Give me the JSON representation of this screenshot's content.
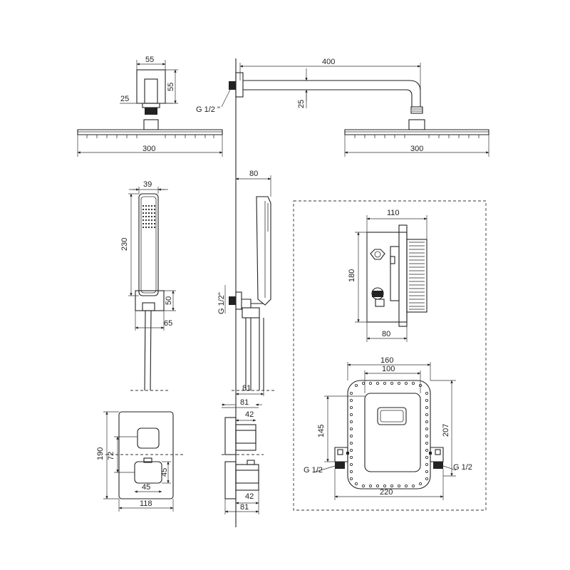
{
  "shower_head": {
    "arm_length": "400",
    "arm_drop": "25",
    "thread": "G 1/2 \"",
    "head_width_left": "300",
    "head_width_right": "300",
    "wall_plate_w": "55",
    "wall_plate_h": "55",
    "neck": "25"
  },
  "hand_shower": {
    "width": "39",
    "length": "230",
    "holder_offset": "80",
    "holder_h": "50",
    "holder_w": "65",
    "thread": "G 1/2\""
  },
  "mixer_plate": {
    "height": "190",
    "knob_spacing": "72",
    "knob_size": "45",
    "knob_width": "45",
    "width": "118"
  },
  "mixer_side": {
    "depth_top": "81",
    "knob_depth_top": "42",
    "knob_depth_bottom": "42",
    "depth_bottom": "81"
  },
  "box_side": {
    "width_top": "110",
    "height": "180",
    "width_bottom": "80"
  },
  "box_front": {
    "outer_width": "160",
    "inner_width": "100",
    "height_145": "145",
    "height_207": "207",
    "total_width": "220",
    "thread_left": "G 1/2",
    "thread_right": "G 1/2"
  }
}
